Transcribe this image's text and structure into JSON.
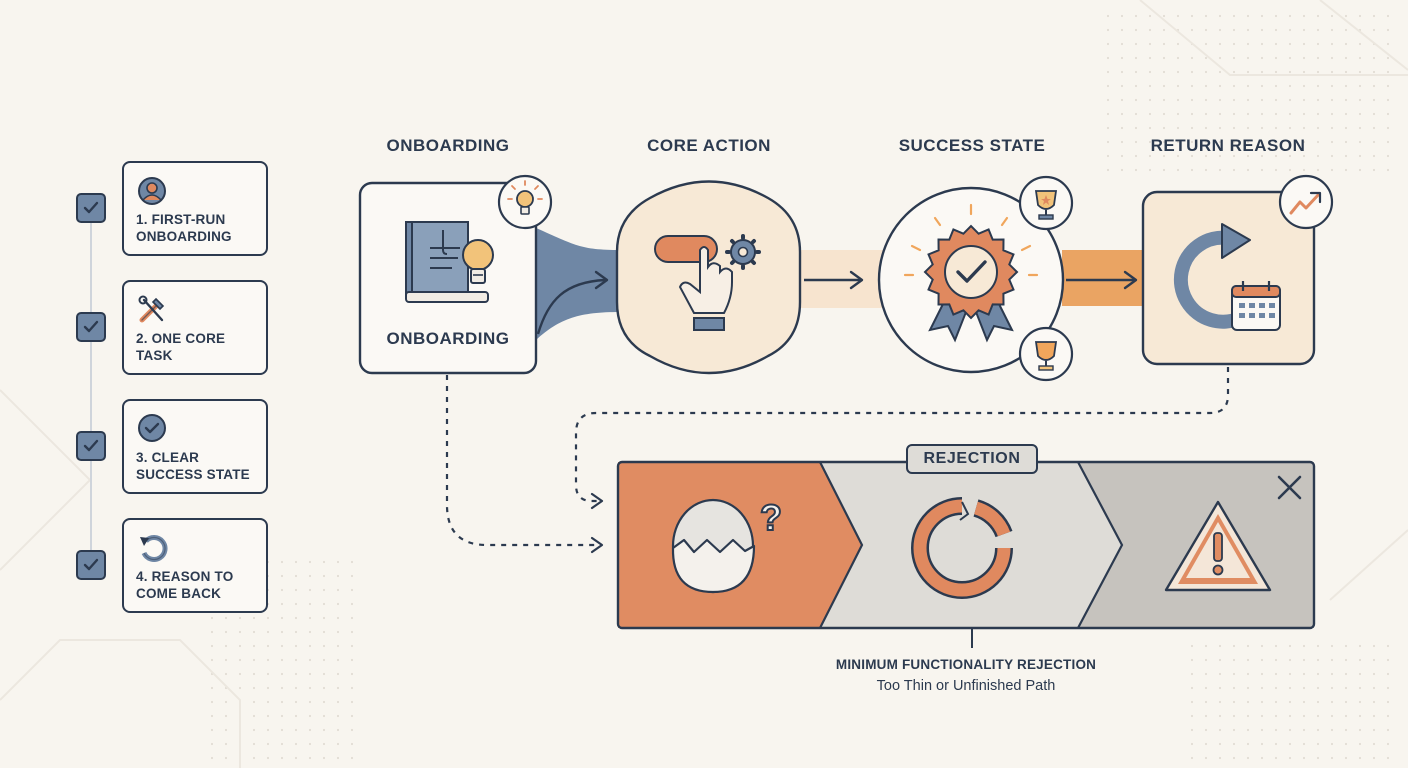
{
  "checklist": [
    {
      "label": "1. FIRST-RUN\nONBOARDING",
      "icon": "user-icon"
    },
    {
      "label": "2. ONE CORE\nTASK",
      "icon": "tools-icon"
    },
    {
      "label": "3. CLEAR\nSUCCESS STATE",
      "icon": "check-circle-icon"
    },
    {
      "label": "4. REASON TO\nCOME BACK",
      "icon": "undo-icon"
    }
  ],
  "stages": [
    {
      "title": "ONBOARDING",
      "inner_label": "ONBOARDING",
      "badge_icon": "lightbulb-icon"
    },
    {
      "title": "CORE ACTION",
      "badge_icon": "gear-icon"
    },
    {
      "title": "SUCCESS STATE",
      "badge_icons": [
        "trophy-star-icon",
        "trophy-icon"
      ]
    },
    {
      "title": "RETURN REASON",
      "badge_icon": "trend-up-icon"
    }
  ],
  "rejection": {
    "badge": "REJECTION",
    "caption_title": "MINIMUM FUNCTIONALITY REJECTION",
    "caption_subtitle": "Too Thin or Unfinished Path",
    "segments": [
      "broken-egg-icon",
      "broken-cycle-icon",
      "warning-icon"
    ],
    "close_icon": "close-icon"
  },
  "colors": {
    "navy": "#2c3a4f",
    "blue": "#6f87a5",
    "orange": "#e0895f",
    "cream": "#f7e9d6",
    "gray_light": "#dcdad6",
    "gray_dark": "#c6c3be",
    "background": "#f8f5ef"
  }
}
